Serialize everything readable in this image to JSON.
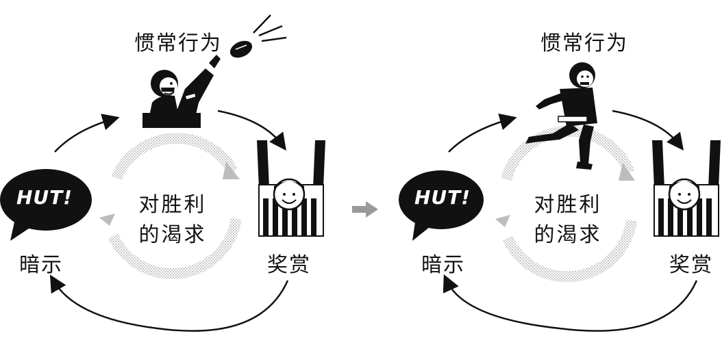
{
  "panels": [
    {
      "habit_label": "惯常行为",
      "cue_label": "暗示",
      "reward_label": "奖赏",
      "center_line1": "对胜利",
      "center_line2": "的渴求",
      "bubble_text": "HUT!"
    },
    {
      "habit_label": "惯常行为",
      "cue_label": "暗示",
      "reward_label": "奖赏",
      "center_line1": "对胜利",
      "center_line2": "的渴求",
      "bubble_text": "HUT!"
    }
  ],
  "colors": {
    "ink": "#111111",
    "dotted_ring": "#b8b8b8",
    "transition_arrow": "#9a9a9a"
  },
  "icons": [
    "ball-throw-player-icon",
    "football-icon",
    "running-player-icon",
    "referee-touchdown-icon",
    "speech-bubble-icon"
  ]
}
